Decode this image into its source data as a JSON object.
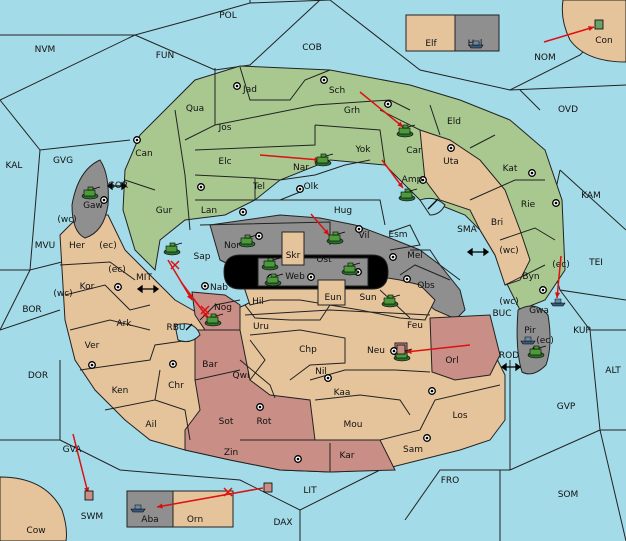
{
  "colors": {
    "sea": "#a4dbe8",
    "green": "#a9c890",
    "tan": "#e6c49b",
    "brown": "#c98e85",
    "gray": "#8f8f8f",
    "order": "#d11111",
    "army": "#3a8a3a"
  },
  "provinces": {
    "pol": "POL",
    "cob": "COB",
    "fun": "FUN",
    "nvm": "NVM",
    "nom": "NOM",
    "ovd": "OVD",
    "kal": "KAL",
    "gvg": "GVG",
    "kam": "KAM",
    "tei": "TEI",
    "mvu": "MVU",
    "bor": "BOR",
    "dor": "DOR",
    "alt": "ALT",
    "kup": "KUP",
    "gvp": "GVP",
    "fro": "FRO",
    "som": "SOM",
    "lit": "LIT",
    "dax": "DAX",
    "gva": "GVA",
    "swm": "SWM",
    "cow": "Cow",
    "con": "Con",
    "elf": "Elf",
    "hel": "Hel",
    "aba": "Aba",
    "orn": "Orn",
    "jad": "Jad",
    "sch": "Sch",
    "qua": "Qua",
    "jos": "Jos",
    "grh": "Grh",
    "eld": "Eld",
    "car": "Car",
    "can": "Can",
    "yok": "Yok",
    "uta": "Uta",
    "elc": "Elc",
    "nar": "Nar",
    "amp": "Amp",
    "kat": "Kat",
    "tel": "Tel",
    "olk": "Olk",
    "gur": "Gur",
    "lan": "Lan",
    "hug": "Hug",
    "rie": "Rie",
    "bri": "Bri",
    "gaw": "Gaw",
    "gor": "GOR",
    "sma": "SMA",
    "nor": "Nor",
    "skr": "Skr",
    "vil": "Vil",
    "esm": "Esm",
    "wc": "(wc)",
    "ec": "(ec)",
    "her": "Her",
    "sap": "Sap",
    "ost": "Ost",
    "web": "Web",
    "mel": "Mel",
    "byn": "Byn",
    "kor": "Kor",
    "mit": "MIT",
    "nab": "Nab",
    "eun": "Eun",
    "sun": "Sun",
    "obs": "Obs",
    "gwa": "Gwa",
    "hil": "Hil",
    "nog": "Nog",
    "ark": "Ark",
    "rbu": "RBU",
    "uru": "Uru",
    "feu": "Feu",
    "buc": "BUC",
    "pir": "Pir",
    "ver": "Ver",
    "chp": "Chp",
    "neu": "Neu",
    "orl": "Orl",
    "rod": "ROD",
    "bar": "Bar",
    "qwi": "Qwi",
    "nil": "Nil",
    "ken": "Ken",
    "chr": "Chr",
    "kaa": "Kaa",
    "los": "Los",
    "rot": "Rot",
    "sot": "Sot",
    "ail": "Ail",
    "mou": "Mou",
    "sam": "Sam",
    "zin": "Zin",
    "kar": "Kar"
  }
}
